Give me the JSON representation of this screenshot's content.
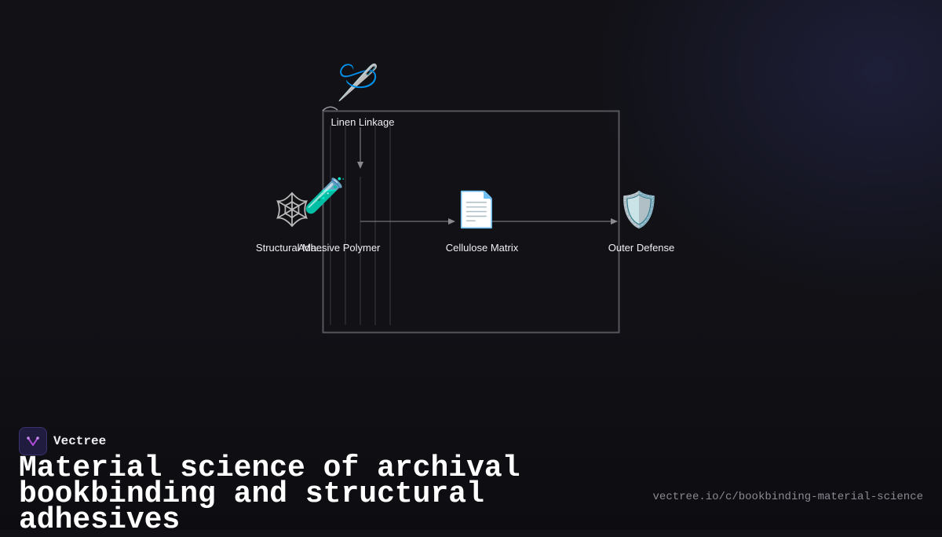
{
  "diagram": {
    "nodes": [
      {
        "id": "linen",
        "label": "Linen Linkage",
        "icon": "needle-thread-icon",
        "glyph": "🪡"
      },
      {
        "id": "structural",
        "label": "Structural Ma...",
        "icon": "spider-web-icon",
        "glyph": "🕸"
      },
      {
        "id": "adhesive",
        "label": "Adhesive Polymer",
        "icon": "test-tube-icon",
        "glyph": "🧪"
      },
      {
        "id": "cellulose",
        "label": "Cellulose Matrix",
        "icon": "document-icon",
        "glyph": "📄"
      },
      {
        "id": "outer",
        "label": "Outer Defense",
        "icon": "shield-icon",
        "glyph": "🛡️"
      }
    ],
    "edges": [
      {
        "from": "linen",
        "to": "adhesive"
      },
      {
        "from": "adhesive",
        "to": "cellulose"
      },
      {
        "from": "cellulose",
        "to": "outer"
      }
    ]
  },
  "brand": {
    "name": "Vectree",
    "icon": "vectree-logo-icon"
  },
  "title": "Material science of archival bookbinding and structural adhesives",
  "url": "vectree.io/c/bookbinding-material-science",
  "colors": {
    "background": "#111116",
    "frame": "#55555c",
    "arrow": "#8a8a90",
    "logo_bg": "#1f1c3f",
    "logo_mark": "#b04fd8"
  }
}
